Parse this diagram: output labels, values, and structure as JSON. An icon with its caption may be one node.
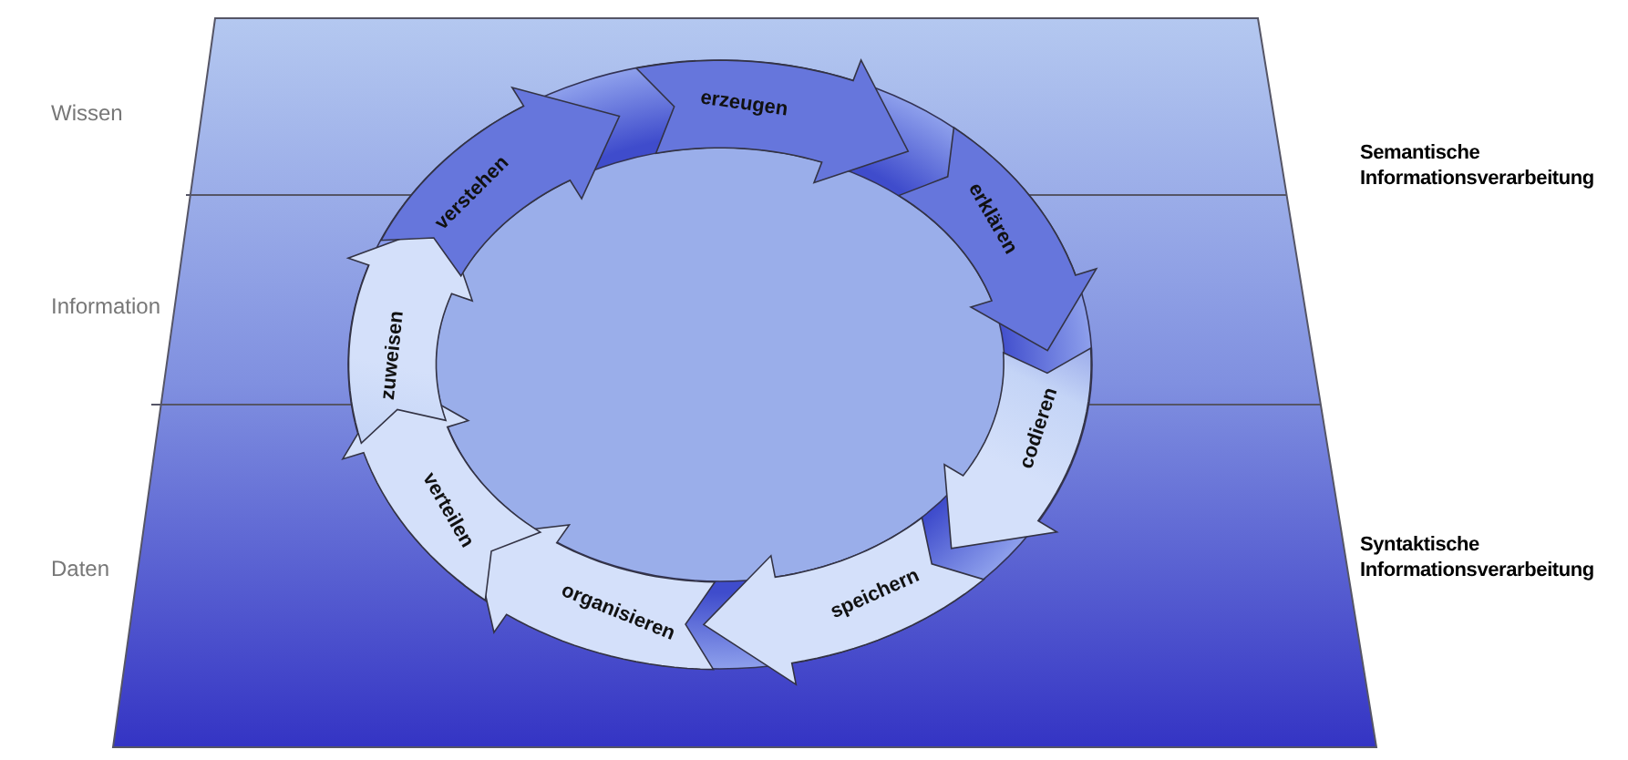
{
  "diagram": {
    "nodes": [
      {
        "text": [
          "verstehen"
        ]
      },
      {
        "text": [
          "erzeugen"
        ]
      },
      {
        "text": [
          "erklären"
        ]
      },
      {
        "text": [
          "codieren"
        ]
      },
      {
        "text": [
          "speichern"
        ]
      },
      {
        "text": [
          "organisieren"
        ]
      },
      {
        "text": [
          "verteilen"
        ]
      },
      {
        "text": [
          "zuweisen"
        ]
      }
    ],
    "labels": [
      "Wissen",
      "Semantische Informationsverarbeitung",
      "Information",
      "Daten",
      "Syntaktische Informationsverarbeitung"
    ]
  }
}
